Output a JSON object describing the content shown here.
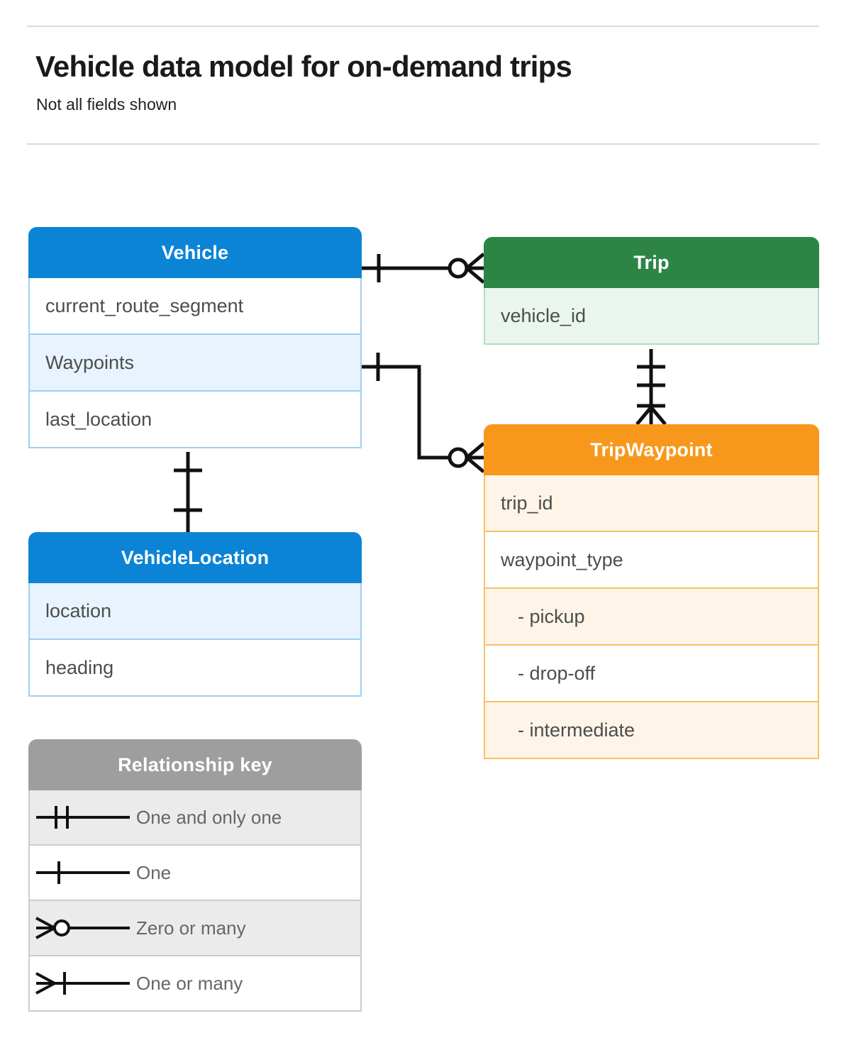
{
  "header": {
    "title": "Vehicle data model for on-demand trips",
    "subtitle": "Not all fields shown"
  },
  "colors": {
    "blue": "#0b84d6",
    "blue_row": "#e8f3fd",
    "blue_border": "#9ed0f5",
    "green": "#2c8545",
    "green_row": "#eaf5ee",
    "green_border": "#b5dcc0",
    "orange": "#f7981d",
    "orange_row": "#fef5e8",
    "orange_border": "#f9c064",
    "gray": "#9e9e9e",
    "gray_row": "#ebebeb",
    "rule": "#dadada",
    "text": "#4d4d4d",
    "connector": "#111111"
  },
  "entities": [
    {
      "id": "vehicle",
      "name": "Vehicle",
      "theme": "blue",
      "fields": [
        {
          "label": "current_route_segment",
          "shaded": false
        },
        {
          "label": "Waypoints",
          "shaded": true
        },
        {
          "label": "last_location",
          "shaded": false
        }
      ]
    },
    {
      "id": "vehiclelocation",
      "name": "VehicleLocation",
      "theme": "blue",
      "fields": [
        {
          "label": "location",
          "shaded": true
        },
        {
          "label": "heading",
          "shaded": false
        }
      ]
    },
    {
      "id": "trip",
      "name": "Trip",
      "theme": "green",
      "fields": [
        {
          "label": "vehicle_id",
          "shaded": true
        }
      ]
    },
    {
      "id": "tripwaypoint",
      "name": "TripWaypoint",
      "theme": "orange",
      "fields": [
        {
          "label": "trip_id",
          "shaded": true
        },
        {
          "label": "waypoint_type",
          "shaded": false
        },
        {
          "label": "-  pickup",
          "shaded": true,
          "indent": true
        },
        {
          "label": "-  drop-off",
          "shaded": false,
          "indent": true
        },
        {
          "label": "-  intermediate",
          "shaded": true,
          "indent": true
        }
      ]
    }
  ],
  "legend": {
    "title": "Relationship key",
    "items": [
      {
        "symbol": "one-and-only-one",
        "label": "One and only one"
      },
      {
        "symbol": "one",
        "label": "One"
      },
      {
        "symbol": "zero-or-many",
        "label": "Zero or many"
      },
      {
        "symbol": "one-or-many",
        "label": "One or many"
      }
    ]
  },
  "relationships": [
    {
      "id": "vehicle-to-trip",
      "from": "Vehicle",
      "to": "Trip",
      "from_cardinality": "one",
      "to_cardinality": "zero-or-many"
    },
    {
      "id": "vehicle-waypoints-to-tripwaypoint",
      "from": "Vehicle.Waypoints",
      "to": "TripWaypoint",
      "from_cardinality": "one",
      "to_cardinality": "zero-or-many"
    },
    {
      "id": "trip-to-tripwaypoint",
      "from": "Trip",
      "to": "TripWaypoint",
      "from_cardinality": "one-and-only-one",
      "to_cardinality": "one-or-many"
    },
    {
      "id": "vehicle-to-vehiclelocation",
      "from": "Vehicle",
      "to": "VehicleLocation",
      "from_cardinality": "one",
      "to_cardinality": "one"
    }
  ]
}
